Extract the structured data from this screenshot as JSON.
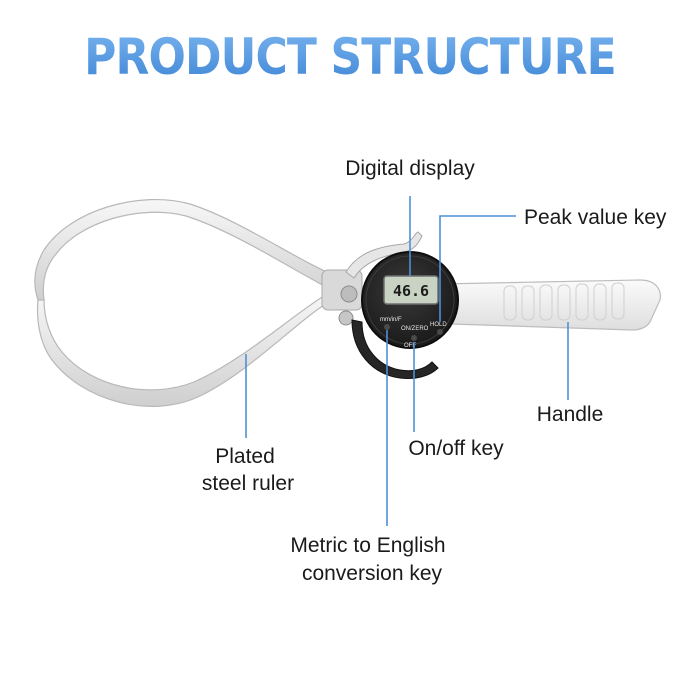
{
  "title": "PRODUCT STRUCTURE",
  "labels": {
    "digital_display": "Digital display",
    "peak_value_key": "Peak value key",
    "handle": "Handle",
    "onoff_key": "On/off key",
    "plated_ruler_line1": "Plated",
    "plated_ruler_line2": "steel ruler",
    "metric_line1": "Metric to English",
    "metric_line2": "conversion key"
  },
  "device": {
    "lcd_reading": "46.6",
    "key_mm_in": "mm/in/F",
    "key_on_zero": "ON/ZERO",
    "key_hold": "HOLD",
    "key_off": "OFF"
  },
  "colors": {
    "title": "#4a8fd9",
    "leader_line": "#4f8fd8",
    "dial_body": "#1e1e1e",
    "lcd": "#c9d3c4"
  }
}
